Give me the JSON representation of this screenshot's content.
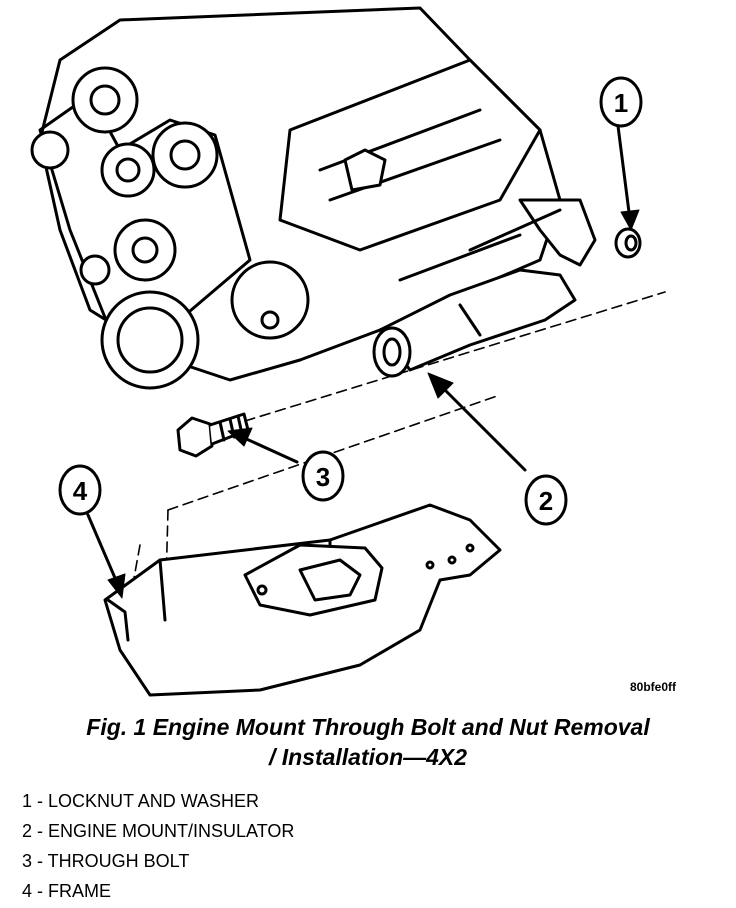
{
  "figure": {
    "image_code": "80bfe0ff",
    "callouts": [
      "1",
      "2",
      "3",
      "4"
    ]
  },
  "caption": {
    "line1": "Fig. 1 Engine Mount Through Bolt and Nut Removal",
    "line2": "/ Installation—4X2"
  },
  "legend": [
    "1 - LOCKNUT AND WASHER",
    "2 - ENGINE MOUNT/INSULATOR",
    "3 - THROUGH BOLT",
    "4 - FRAME"
  ]
}
